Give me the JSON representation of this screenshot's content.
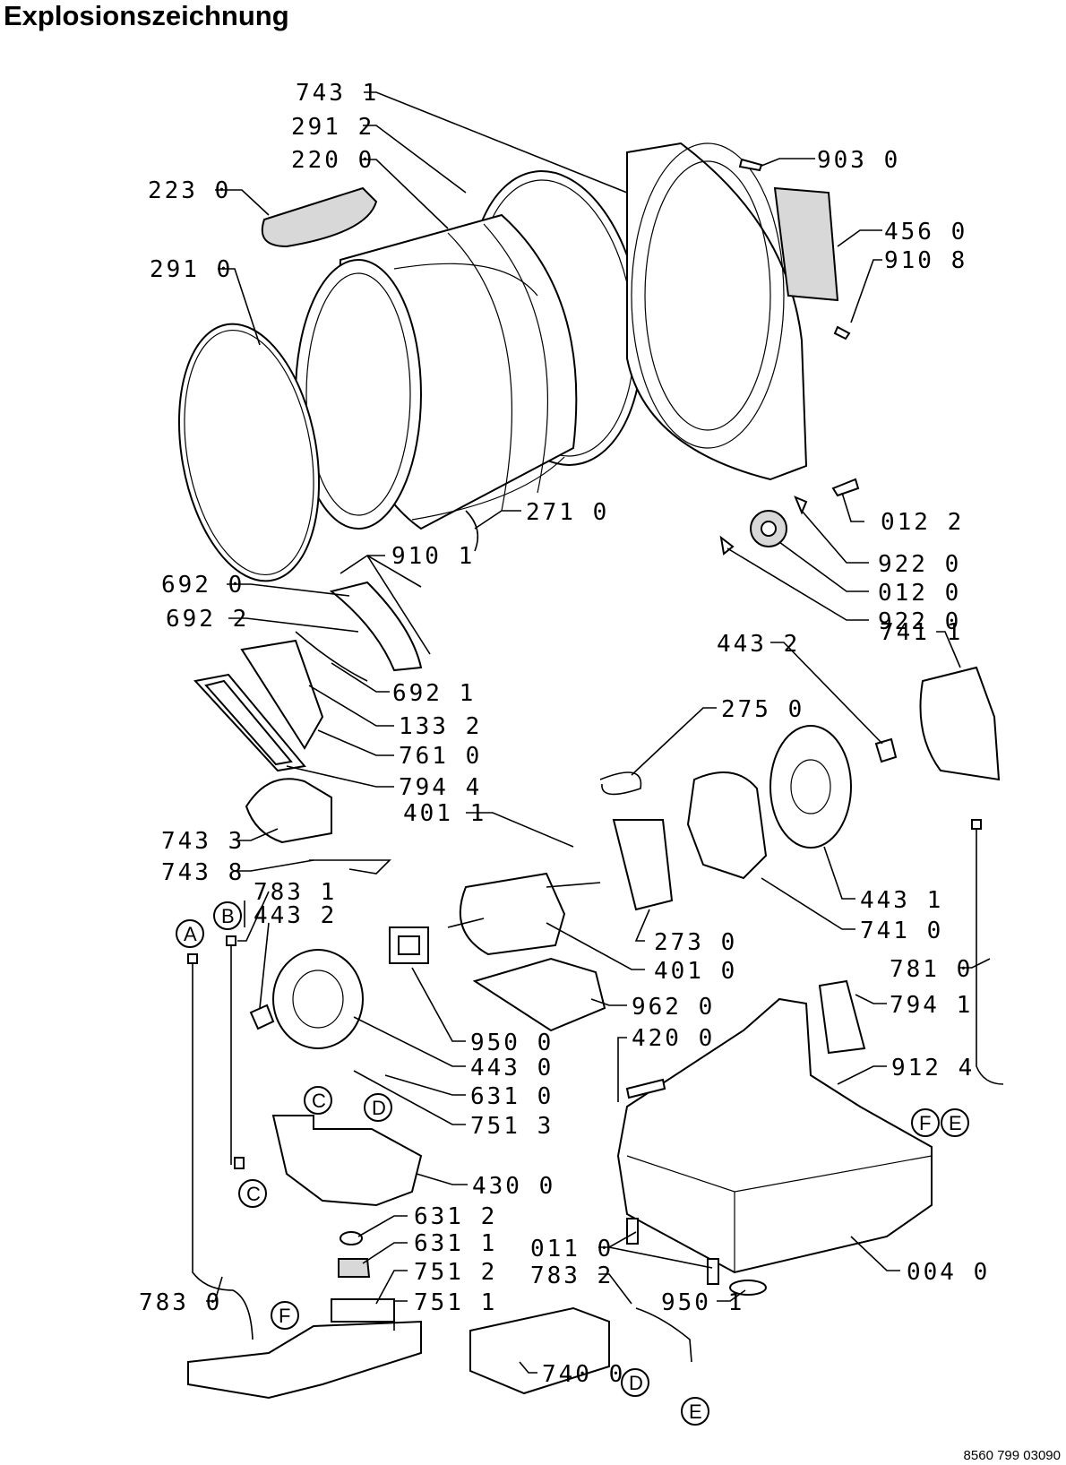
{
  "title": "Explosionszeichnung",
  "document_number": "8560 799 03090",
  "part_labels": [
    "743 1",
    "291 2",
    "220 0",
    "223 0",
    "291 0",
    "903 0",
    "456 0",
    "910 8",
    "271 0",
    "012 2",
    "910 1",
    "692 0",
    "922 0",
    "012 0",
    "692 2",
    "922 0",
    "443 2",
    "741 1",
    "692 1",
    "275 0",
    "133 2",
    "761 0",
    "794 4",
    "743 3",
    "401 1",
    "743 8",
    "783 1",
    "443 2",
    "443 1",
    "273 0",
    "741 0",
    "401 0",
    "781 0",
    "962 0",
    "794 1",
    "420 0",
    "950 0",
    "443 0",
    "912 4",
    "631 0",
    "751 3",
    "430 0",
    "631 2",
    "631 1",
    "011 0",
    "751 2",
    "004 0",
    "783 2",
    "783 0",
    "751 1",
    "950 1",
    "740 0"
  ],
  "connector_labels": [
    "A",
    "B",
    "C",
    "D",
    "C",
    "F",
    "F",
    "E",
    "D",
    "E"
  ]
}
